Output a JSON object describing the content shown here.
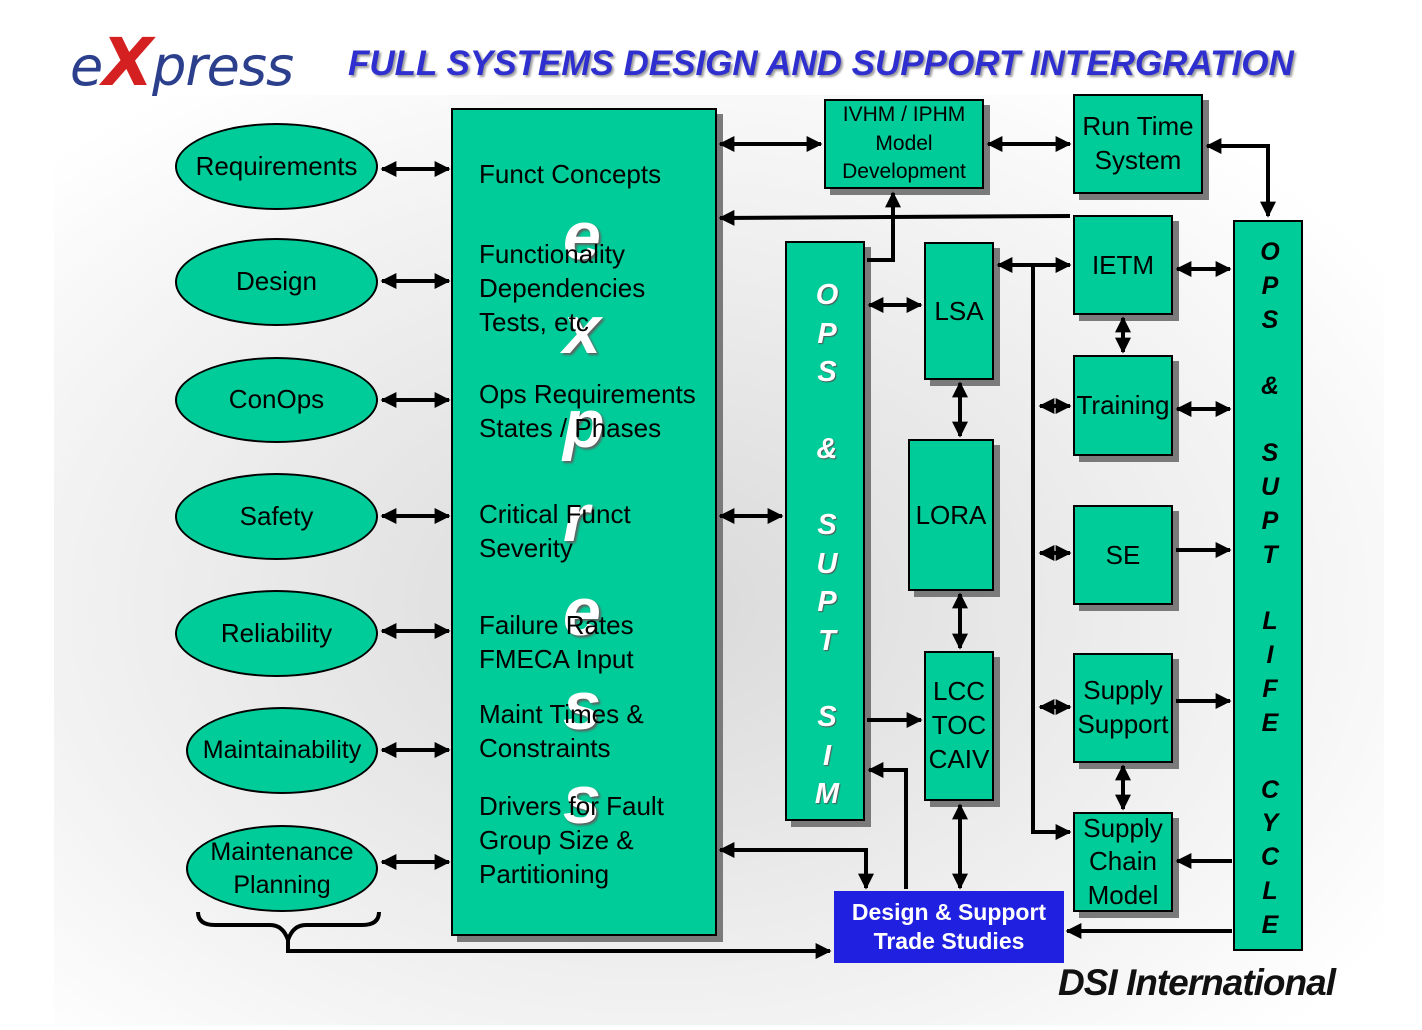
{
  "logo": {
    "pre": "e",
    "x": "X",
    "post": "press"
  },
  "title": "FULL SYSTEMS DESIGN AND SUPPORT INTERGRATION",
  "inputs": [
    "Requirements",
    "Design",
    "ConOps",
    "Safety",
    "Reliability",
    "Maintainability",
    "Maintenance\nPlanning"
  ],
  "express_box": {
    "items": [
      "Funct Concepts",
      "Functionality\nDependencies\nTests, etc",
      "Ops Requirements\nStates / Phases",
      "Critical Funct\nSeverity",
      "Failure Rates\nFMECA Input",
      "Maint Times &\nConstraints",
      "Drivers for Fault\nGroup Size &\nPartitioning"
    ],
    "watermark": [
      "e",
      "x",
      "p",
      "r",
      "e",
      "s",
      "s"
    ]
  },
  "ops_sim": [
    "O",
    "P",
    "S",
    "",
    "&",
    "",
    "S",
    "U",
    "P",
    "T",
    "",
    "S",
    "I",
    "M"
  ],
  "ops_life": [
    "O",
    "P",
    "S",
    "",
    "&",
    "",
    "S",
    "U",
    "P",
    "T",
    "",
    "L",
    "I",
    "F",
    "E",
    "",
    "C",
    "Y",
    "C",
    "L",
    "E"
  ],
  "boxes": {
    "ivhm": "IVHM / IPHM\nModel\nDevelopment",
    "runtime": "Run Time\nSystem",
    "lsa": "LSA",
    "lora": "LORA",
    "lcc": "LCC\nTOC\nCAIV",
    "ietm": "IETM",
    "training": "Training",
    "se": "SE",
    "supply_support": "Supply\nSupport",
    "supply_chain": "Supply\nChain\nModel"
  },
  "trade": "Design & Support\nTrade Studies",
  "footer": "DSI International",
  "colors": {
    "box": "#00cc99",
    "trade": "#2020e0",
    "title": "#2f2fd0",
    "logo_blue": "#2b3f8c",
    "logo_red": "#d42020"
  }
}
